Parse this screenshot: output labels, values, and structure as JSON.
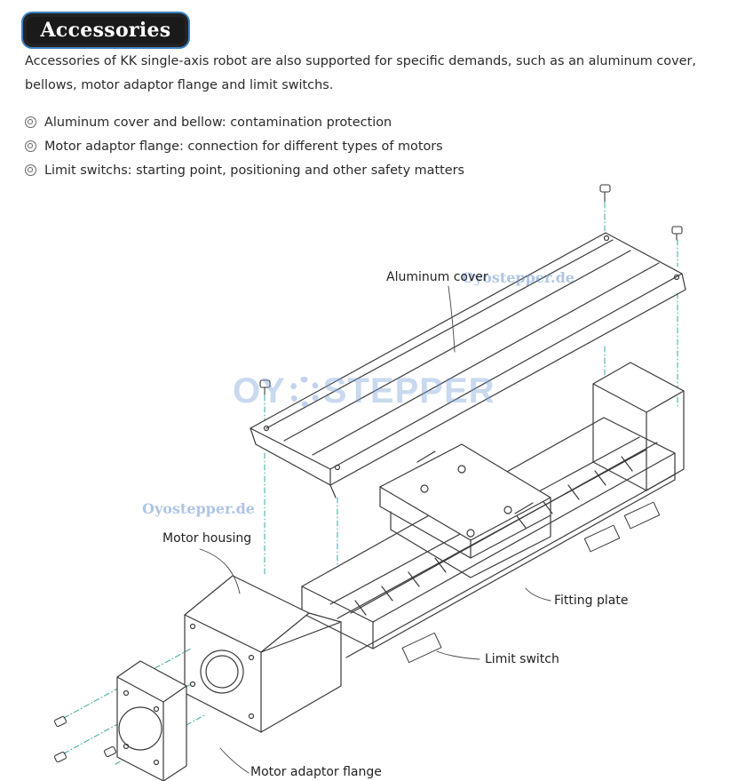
{
  "header": {
    "title": "Accessories"
  },
  "intro": "Accessories of KK single-axis robot are also supported for specific demands, such as an aluminum cover, bellows, motor adaptor flange and limit switchs.",
  "features": [
    {
      "text": "Aluminum  cover and bellow: contamination protection",
      "icon": "double-circle-bullet-icon"
    },
    {
      "text": "Motor adaptor flange: connection for different types of motors",
      "icon": "double-circle-bullet-icon"
    },
    {
      "text": "Limit switchs: starting point, positioning and other safety matters",
      "icon": "double-circle-bullet-icon"
    }
  ],
  "diagram": {
    "labels": {
      "aluminum_cover": "Aluminum cover",
      "motor_housing": "Motor housing",
      "fitting_plate": "Fitting plate",
      "limit_switch": "Limit switch",
      "motor_adaptor_flange": "Motor adaptor flange"
    }
  },
  "watermarks": {
    "site": "Oyostepper.de",
    "brand_left": "OY",
    "brand_right": "STEPPER"
  },
  "colors": {
    "badge_bg": "#1a1a1a",
    "badge_outline": "#3b82c4",
    "assembly_lines": "#3aa7a0",
    "line_art": "#3a3a3a"
  }
}
